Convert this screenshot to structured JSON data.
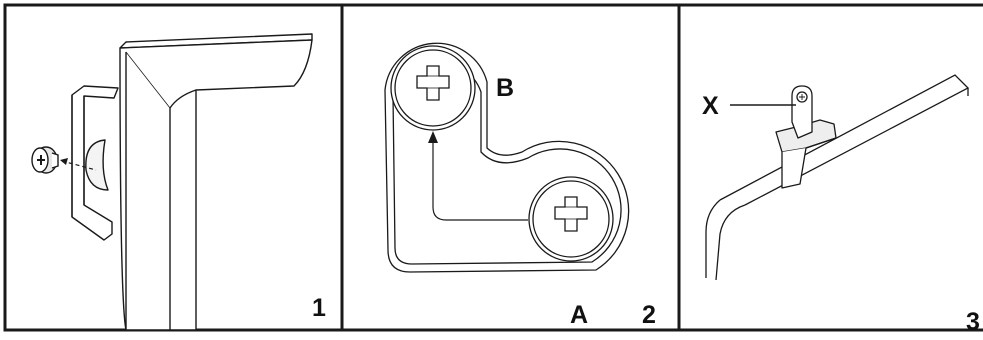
{
  "figure": {
    "panels": [
      {
        "number": "1"
      },
      {
        "number": "2",
        "callouts": {
          "start": "A",
          "end": "B"
        }
      },
      {
        "number": "3",
        "callouts": {
          "part": "X"
        }
      }
    ]
  },
  "colors": {
    "line": "#1a1a1a",
    "fill": "#ffffff",
    "face": "#f4f4f4"
  }
}
